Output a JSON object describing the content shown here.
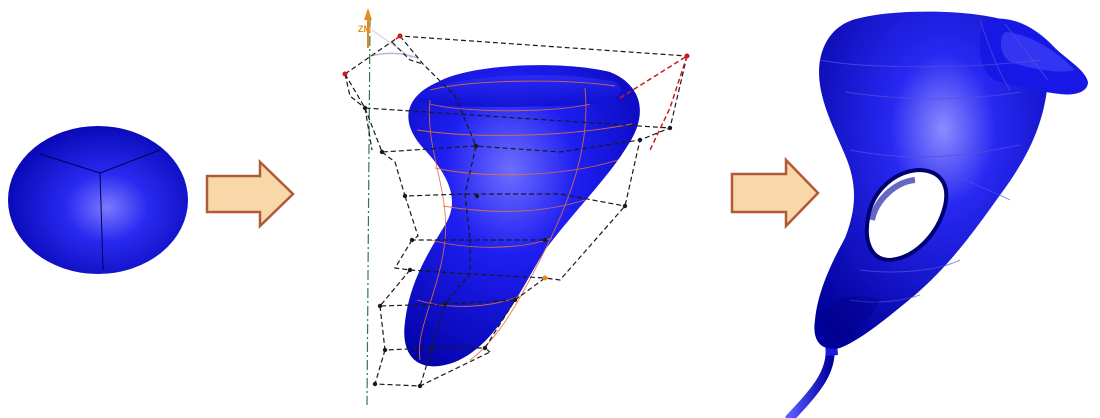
{
  "diagram": {
    "stages": [
      {
        "id": "sphere",
        "shape": "sphere"
      },
      {
        "id": "cage",
        "shape": "deformed-shape-with-control-cage"
      },
      {
        "id": "mouse",
        "shape": "computer-mouse-with-cable"
      }
    ],
    "arrows": [
      {
        "from": "sphere",
        "to": "cage"
      },
      {
        "from": "cage",
        "to": "mouse"
      }
    ],
    "axis_label": "ZM"
  },
  "colors": {
    "surface": "#1414e6",
    "surface_dark": "#0000a0",
    "surface_highlight": "#8c8cff",
    "arrow_fill": "#f8d8a8",
    "arrow_stroke": "#b05a3a",
    "cage_black": "#1a1a1a",
    "cage_red": "#d01818",
    "axis_green": "#2f7a4a",
    "axis_orange": "#e88a1a"
  }
}
